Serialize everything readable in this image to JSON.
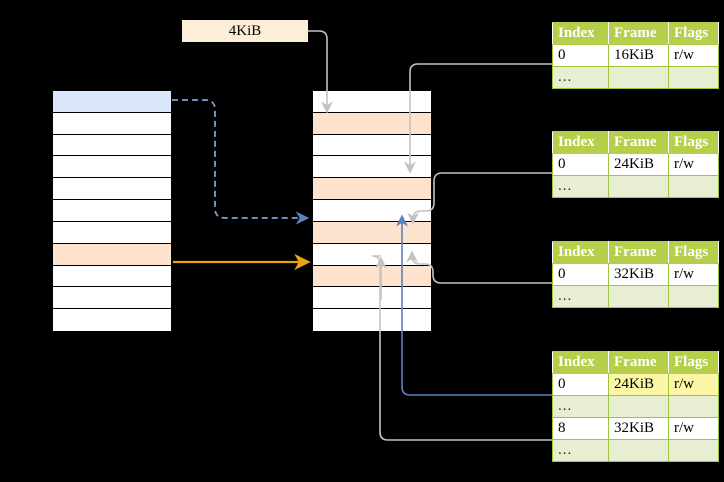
{
  "diagram": {
    "title": "page-table-walk",
    "label_chip": {
      "text": "4KiB"
    },
    "colors": {
      "table_header_bg": "#b5cf4b",
      "table_alt_row_bg": "#e7eed1",
      "highlight_yellow": "#fcf7a8",
      "highlight_peach": "#fde3cd",
      "highlight_blue": "#dbe8fb",
      "chip_bg": "#fdefd7",
      "arrow_orange": "#e8a317",
      "arrow_blue": "#5b82bd",
      "arrow_gray": "#c0c0c0",
      "background": "#000000"
    },
    "left_column": {
      "name": "virtual-address-space",
      "row_count": 11,
      "rows": [
        {
          "index": 0,
          "fill": "blue"
        },
        {
          "index": 1,
          "fill": "white"
        },
        {
          "index": 2,
          "fill": "white"
        },
        {
          "index": 3,
          "fill": "white"
        },
        {
          "index": 4,
          "fill": "white"
        },
        {
          "index": 5,
          "fill": "white"
        },
        {
          "index": 6,
          "fill": "white"
        },
        {
          "index": 7,
          "fill": "peach"
        },
        {
          "index": 8,
          "fill": "white"
        },
        {
          "index": 9,
          "fill": "white"
        },
        {
          "index": 10,
          "fill": "white"
        }
      ]
    },
    "middle_column": {
      "name": "physical-memory",
      "row_count": 11,
      "rows": [
        {
          "index": 0,
          "fill": "white"
        },
        {
          "index": 1,
          "fill": "peach"
        },
        {
          "index": 2,
          "fill": "white"
        },
        {
          "index": 3,
          "fill": "white"
        },
        {
          "index": 4,
          "fill": "peach"
        },
        {
          "index": 5,
          "fill": "white"
        },
        {
          "index": 6,
          "fill": "peach"
        },
        {
          "index": 7,
          "fill": "white"
        },
        {
          "index": 8,
          "fill": "peach"
        },
        {
          "index": 9,
          "fill": "white"
        },
        {
          "index": 10,
          "fill": "white"
        }
      ]
    },
    "tables": [
      {
        "name": "page-table-level-1",
        "headers": [
          "Index",
          "Frame",
          "Flags"
        ],
        "rows": [
          {
            "cells": [
              "0",
              "16KiB",
              "r/w"
            ],
            "style": "normal",
            "highlight": []
          },
          {
            "cells": [
              "...",
              "",
              ""
            ],
            "style": "alt",
            "highlight": []
          }
        ]
      },
      {
        "name": "page-table-level-2",
        "headers": [
          "Index",
          "Frame",
          "Flags"
        ],
        "rows": [
          {
            "cells": [
              "0",
              "24KiB",
              "r/w"
            ],
            "style": "normal",
            "highlight": []
          },
          {
            "cells": [
              "...",
              "",
              ""
            ],
            "style": "alt",
            "highlight": []
          }
        ]
      },
      {
        "name": "page-table-level-3",
        "headers": [
          "Index",
          "Frame",
          "Flags"
        ],
        "rows": [
          {
            "cells": [
              "0",
              "32KiB",
              "r/w"
            ],
            "style": "normal",
            "highlight": []
          },
          {
            "cells": [
              "...",
              "",
              ""
            ],
            "style": "alt",
            "highlight": []
          }
        ]
      },
      {
        "name": "page-table-level-4",
        "headers": [
          "Index",
          "Frame",
          "Flags"
        ],
        "rows": [
          {
            "cells": [
              "0",
              "24KiB",
              "r/w"
            ],
            "style": "normal",
            "highlight": [
              1,
              2
            ]
          },
          {
            "cells": [
              "...",
              "",
              ""
            ],
            "style": "alt",
            "highlight": []
          },
          {
            "cells": [
              "8",
              "32KiB",
              "r/w"
            ],
            "style": "normal",
            "highlight": []
          },
          {
            "cells": [
              "...",
              "",
              ""
            ],
            "style": "alt",
            "highlight": []
          }
        ]
      }
    ]
  }
}
